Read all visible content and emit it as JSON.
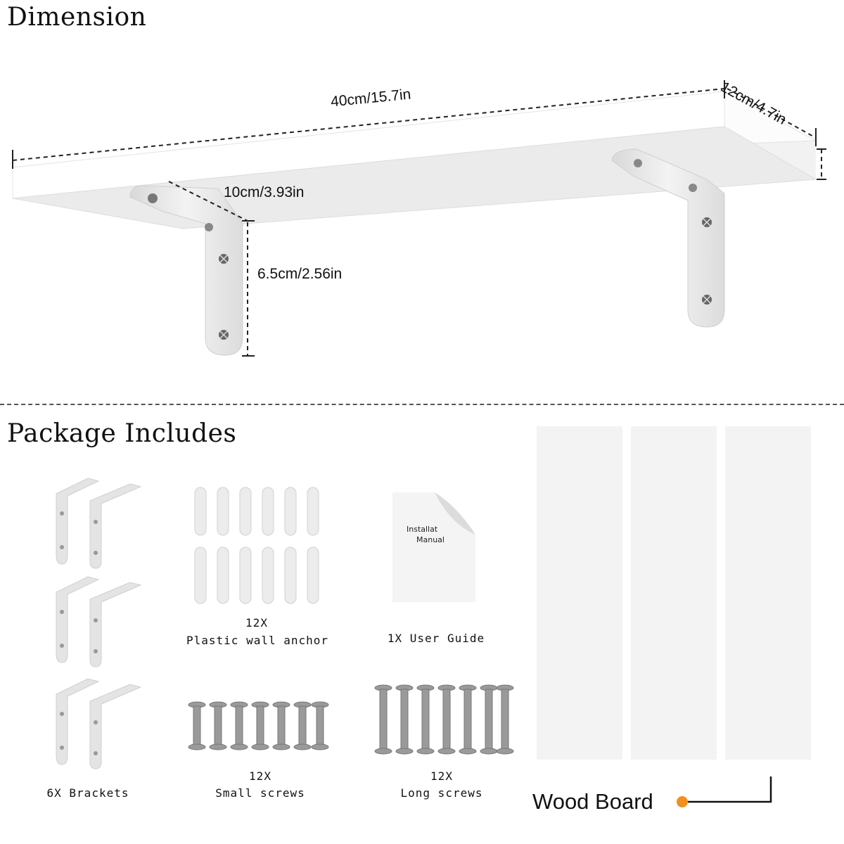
{
  "dimension_section": {
    "title": "Dimension",
    "length_label": "40cm/15.7in",
    "depth_label": "12cm/4.7in",
    "bracket_depth_label": "10cm/3.93in",
    "bracket_height_label": "6.5cm/2.56in"
  },
  "package_section": {
    "title": "Package Includes",
    "brackets": {
      "label": "6X Brackets"
    },
    "wall_anchors": {
      "qty": "12X",
      "label": "Plastic wall anchor"
    },
    "user_guide": {
      "label": "1X User Guide",
      "cover_text_line1": "Installat",
      "cover_text_line2": "Manual"
    },
    "small_screws": {
      "qty": "12X",
      "label": "Small screws"
    },
    "long_screws": {
      "qty": "12X",
      "label": "Long screws"
    },
    "wood_board": {
      "label": "Wood Board"
    }
  },
  "colors": {
    "shelf_face": "#f4f4f4",
    "shelf_top": "#fbfbfb",
    "bracket": "#e6e6e6",
    "dashed_line": "#222222",
    "pointer_dot": "#f0901e"
  }
}
